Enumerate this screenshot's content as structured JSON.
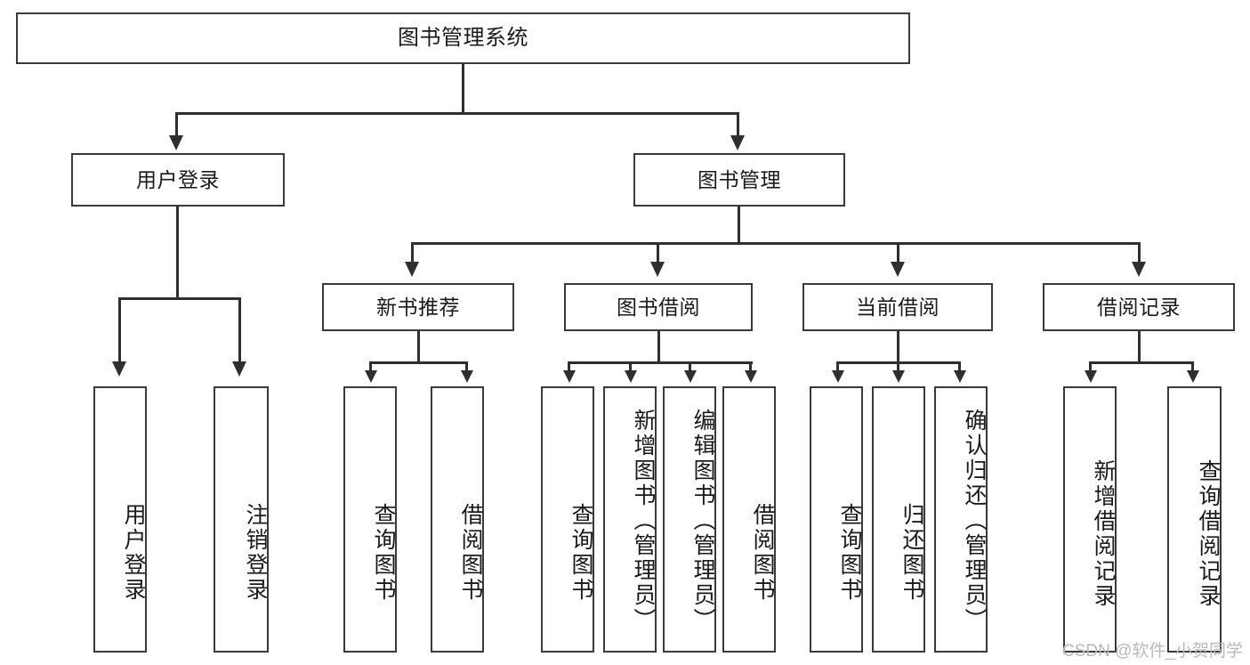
{
  "diagram": {
    "type": "tree-hierarchy-chart",
    "title": "图书管理系统",
    "colors": {
      "box_border": "#3a3a3a",
      "connector": "#2f2f2f",
      "background": "#ffffff",
      "text": "#1a1a1a",
      "watermark": "#b9b9b9"
    },
    "root": {
      "label": "图书管理系统"
    },
    "level2": [
      {
        "id": "user-login",
        "label": "用户登录"
      },
      {
        "id": "book-manage",
        "label": "图书管理"
      }
    ],
    "level3": [
      {
        "id": "new-book-recommend",
        "label": "新书推荐"
      },
      {
        "id": "book-borrow",
        "label": "图书借阅"
      },
      {
        "id": "current-borrow",
        "label": "当前借阅"
      },
      {
        "id": "borrow-record",
        "label": "借阅记录"
      }
    ],
    "leaves": {
      "user_login": [
        {
          "id": "leaf-user-login",
          "label": "用户登录"
        },
        {
          "id": "leaf-logout-login",
          "label": "注销登录"
        }
      ],
      "new_book_recommend": [
        {
          "id": "leaf-query-book-1",
          "label": "查询图书"
        },
        {
          "id": "leaf-borrow-book-1",
          "label": "借阅图书"
        }
      ],
      "book_borrow": [
        {
          "id": "leaf-query-book-2",
          "label": "查询图书"
        },
        {
          "id": "leaf-add-book",
          "label": "新增图书（管理员）"
        },
        {
          "id": "leaf-edit-book",
          "label": "编辑图书（管理员）"
        },
        {
          "id": "leaf-borrow-book-2",
          "label": "借阅图书"
        }
      ],
      "current_borrow": [
        {
          "id": "leaf-query-book-3",
          "label": "查询图书"
        },
        {
          "id": "leaf-return-book",
          "label": "归还图书"
        },
        {
          "id": "leaf-confirm-return",
          "label": "确认归还（管理员）"
        }
      ],
      "borrow_record": [
        {
          "id": "leaf-add-record",
          "label": "新增借阅记录"
        },
        {
          "id": "leaf-query-record",
          "label": "查询借阅记录"
        }
      ]
    }
  },
  "watermark": {
    "text": "CSDN @软件_小贺同学"
  }
}
